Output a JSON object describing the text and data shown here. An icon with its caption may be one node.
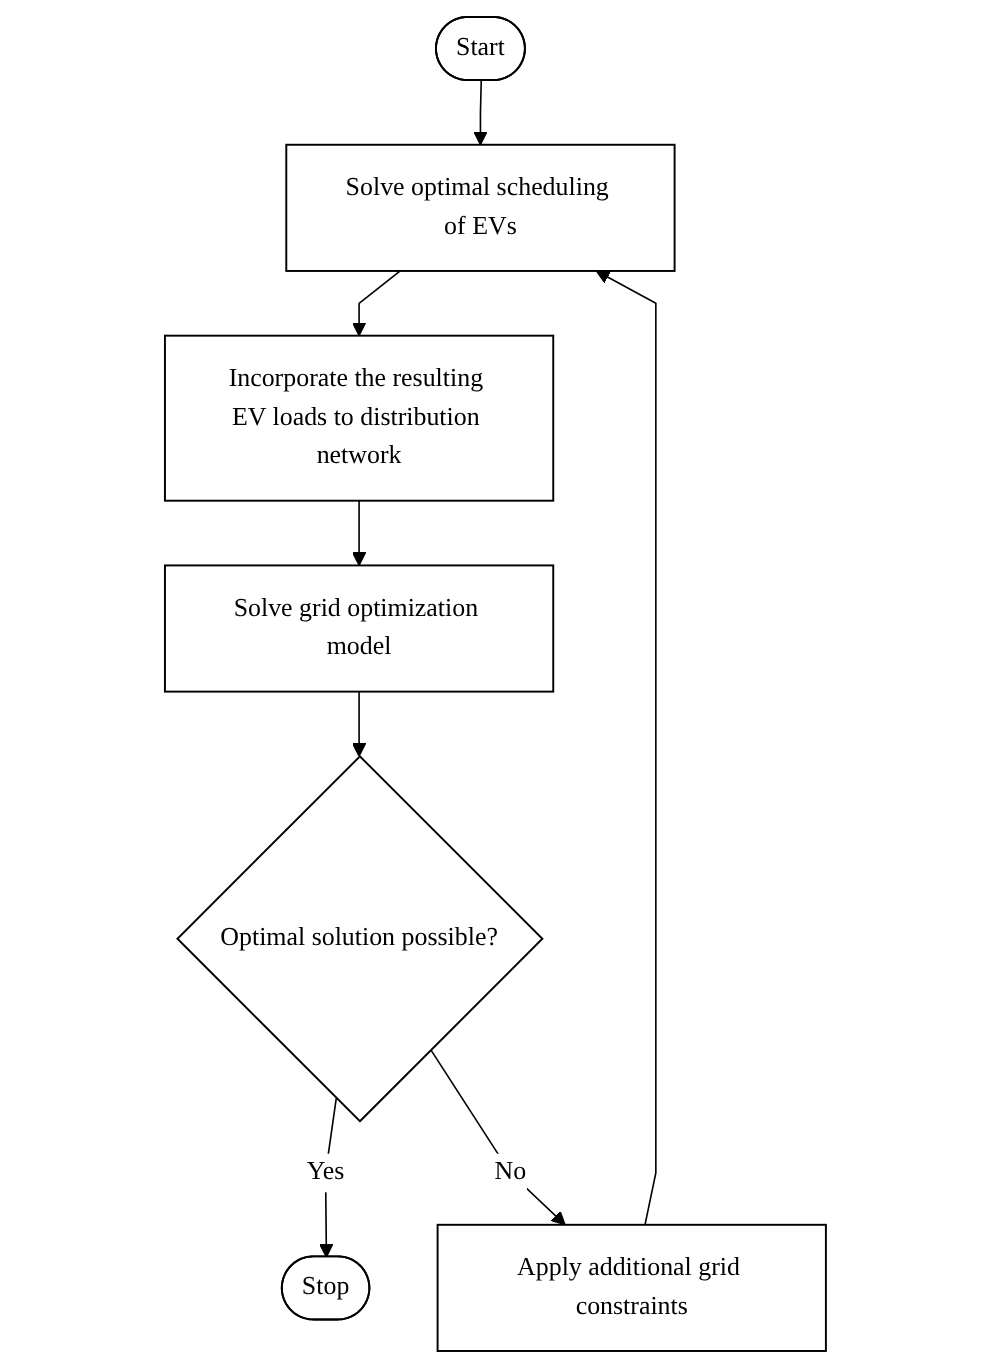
{
  "diagram": {
    "nodes": [
      {
        "text": [
          "Start"
        ]
      },
      {
        "text": [
          "Solve optimal scheduling of EVs"
        ]
      },
      {
        "text": [
          "Incorporate the resulting EV loads to distribution network"
        ]
      },
      {
        "text": [
          "Solve grid optimization model"
        ]
      },
      {
        "text": [
          "Optimal solution possible?"
        ]
      },
      {
        "text": [
          "Stop"
        ]
      },
      {
        "text": [
          "Apply additional grid constraints"
        ]
      }
    ],
    "edges": [
      {
        "from": 0,
        "to": 1,
        "arrow": "to"
      },
      {
        "from": 1,
        "to": 2,
        "arrow": "to"
      },
      {
        "from": 2,
        "to": 3,
        "arrow": "to"
      },
      {
        "from": 3,
        "to": 4,
        "arrow": "to"
      },
      {
        "from": 4,
        "to": 5,
        "arrow": "to",
        "label": "Yes"
      },
      {
        "from": 4,
        "to": 6,
        "arrow": "to",
        "label": "No"
      },
      {
        "from": 6,
        "to": 1,
        "arrow": "to"
      }
    ]
  }
}
